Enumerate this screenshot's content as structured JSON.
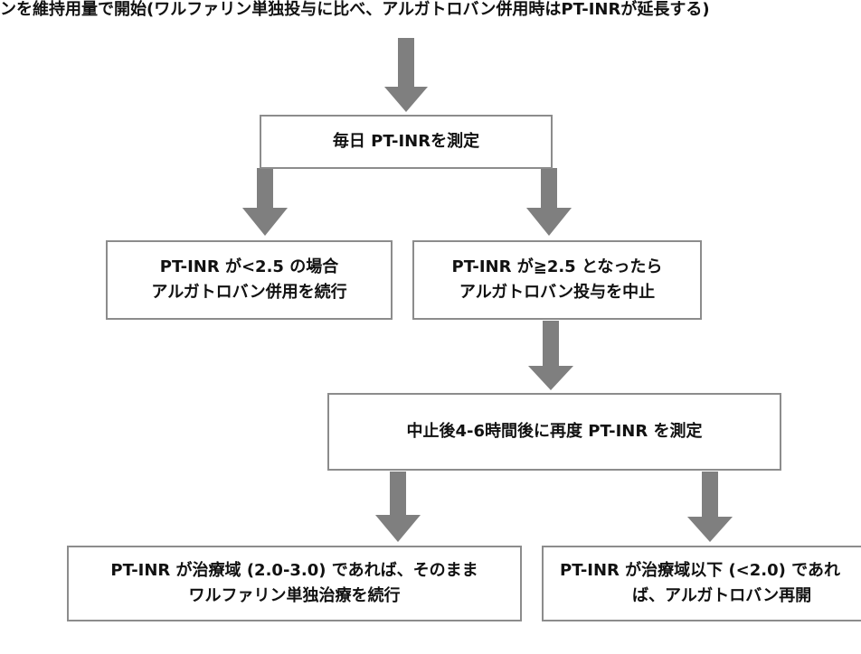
{
  "header": {
    "text": "ンを維持用量で開始(ワルファリン単独投与に比べ、アルガトロバン併用時はPT-INRが延長する)"
  },
  "boxes": {
    "measure_daily": "毎日 PT-INRを測定",
    "below_line1": "PT-INR が<2.5 の場合",
    "below_line2": "アルガトロバン併用を続行",
    "above_line1": "PT-INR が≧2.5 となったら",
    "above_line2": "アルガトロバン投与を中止",
    "remeasure": "中止後4-6時間後に再度 PT-INR を測定",
    "therapeutic_line1": "PT-INR が治療域 (2.0-3.0) であれば、そのまま",
    "therapeutic_line2": "ワルファリン単独治療を続行",
    "subtherapeutic_line1": "PT-INR が治療域以下 (<2.0) であれ",
    "subtherapeutic_line2": "ば、アルガトロバン再開"
  },
  "colors": {
    "arrow": "#7f7f7f",
    "box_border": "#8c8c8c",
    "text": "#111111"
  }
}
